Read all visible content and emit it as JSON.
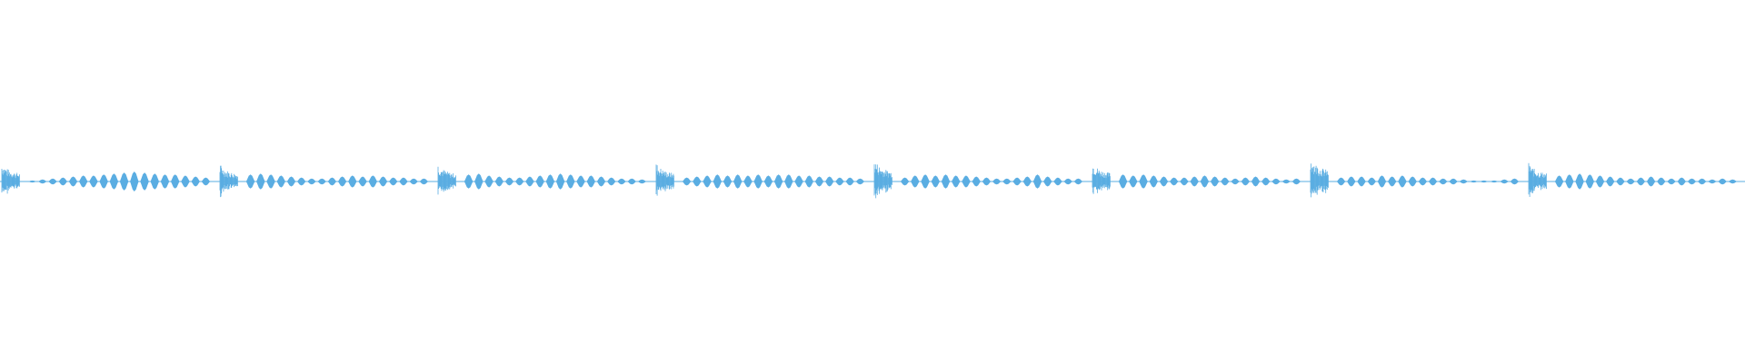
{
  "waveform": {
    "color": "#5aade2",
    "background": "#ffffff",
    "amplitude_scale": 1.0,
    "segment_count": 8,
    "segments": [
      {
        "onset_amplitude": 0.95,
        "body_amplitudes": [
          0.05,
          0.1,
          0.15,
          0.2,
          0.25,
          0.3,
          0.3,
          0.35,
          0.4,
          0.45,
          0.5,
          0.45,
          0.4,
          0.35,
          0.35,
          0.3,
          0.25,
          0.2
        ]
      },
      {
        "onset_amplitude": 0.9,
        "body_amplitudes": [
          0.35,
          0.4,
          0.35,
          0.3,
          0.25,
          0.2,
          0.15,
          0.15,
          0.2,
          0.25,
          0.3,
          0.25,
          0.3,
          0.25,
          0.2,
          0.2,
          0.15,
          0.15
        ]
      },
      {
        "onset_amplitude": 0.9,
        "body_amplitudes": [
          0.35,
          0.4,
          0.3,
          0.25,
          0.2,
          0.2,
          0.25,
          0.3,
          0.35,
          0.4,
          0.35,
          0.3,
          0.3,
          0.25,
          0.2,
          0.15,
          0.15,
          0.1
        ]
      },
      {
        "onset_amplitude": 0.95,
        "body_amplitudes": [
          0.2,
          0.25,
          0.3,
          0.35,
          0.3,
          0.35,
          0.3,
          0.35,
          0.3,
          0.35,
          0.35,
          0.3,
          0.3,
          0.25,
          0.25,
          0.2,
          0.2,
          0.15
        ]
      },
      {
        "onset_amplitude": 1.15,
        "body_amplitudes": [
          0.2,
          0.3,
          0.35,
          0.3,
          0.35,
          0.3,
          0.3,
          0.25,
          0.2,
          0.15,
          0.15,
          0.2,
          0.25,
          0.35,
          0.25,
          0.2,
          0.15,
          0.15
        ]
      },
      {
        "onset_amplitude": 1.0,
        "body_amplitudes": [
          0.35,
          0.3,
          0.35,
          0.3,
          0.25,
          0.2,
          0.2,
          0.25,
          0.3,
          0.25,
          0.2,
          0.15,
          0.2,
          0.25,
          0.2,
          0.15,
          0.1,
          0.15
        ]
      },
      {
        "onset_amplitude": 1.3,
        "body_amplitudes": [
          0.2,
          0.25,
          0.25,
          0.2,
          0.3,
          0.25,
          0.3,
          0.25,
          0.2,
          0.2,
          0.15,
          0.15,
          0.1,
          0.05,
          0.05,
          0.05,
          0.1,
          0.15
        ]
      },
      {
        "onset_amplitude": 0.95,
        "body_amplitudes": [
          0.3,
          0.35,
          0.4,
          0.35,
          0.3,
          0.25,
          0.2,
          0.15,
          0.2,
          0.25,
          0.2,
          0.15,
          0.2,
          0.15,
          0.15,
          0.1,
          0.15,
          0.1
        ]
      }
    ]
  }
}
